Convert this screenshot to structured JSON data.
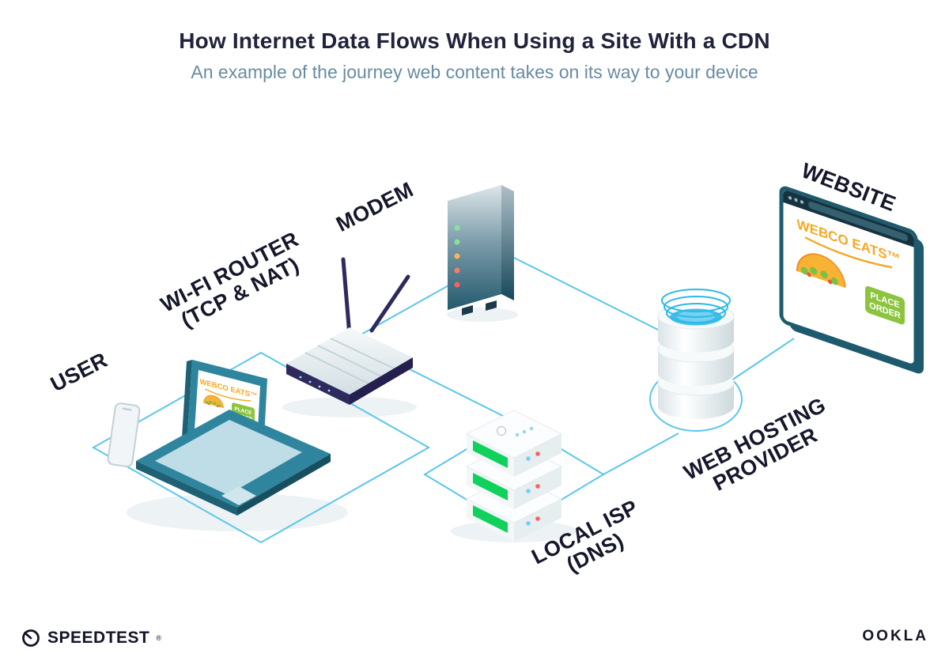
{
  "header": {
    "title": "How Internet Data Flows When Using a Site With a CDN",
    "subtitle": "An example of the journey web content takes on its way to your device"
  },
  "labels": {
    "user": "USER",
    "router_line1": "WI-FI ROUTER",
    "router_line2": "(TCP & NAT)",
    "modem": "MODEM",
    "website": "WEBSITE",
    "hosting_line1": "WEB HOSTING",
    "hosting_line2": "PROVIDER",
    "isp_line1": "LOCAL ISP",
    "isp_line2": "(DNS)"
  },
  "flow_order": [
    "USER",
    "WI-FI ROUTER (TCP & NAT)",
    "MODEM",
    "LOCAL ISP (DNS)",
    "WEB HOSTING PROVIDER",
    "WEBSITE"
  ],
  "website_screen": {
    "brand": "WEBCO EATS™",
    "button_line1": "PLACE",
    "button_line2": "ORDER"
  },
  "laptop_screen": {
    "brand": "WEBCO EATS™",
    "button_line1": "PLACE",
    "button_line2": "ORDER"
  },
  "footer": {
    "speedtest": "SPEEDTEST",
    "speedtest_mark": "®",
    "ookla": "OOKLA"
  },
  "colors": {
    "accent_cyan": "#5bc6ea",
    "teal_dark": "#1e5a6e",
    "teal_mid": "#2f859e",
    "brand_orange": "#f7a823",
    "button_green": "#8cc43f",
    "server_green": "#10d15c",
    "router_navy": "#2e2a5e",
    "title_navy": "#20233b",
    "subtitle_blue": "#6a8ba0"
  }
}
